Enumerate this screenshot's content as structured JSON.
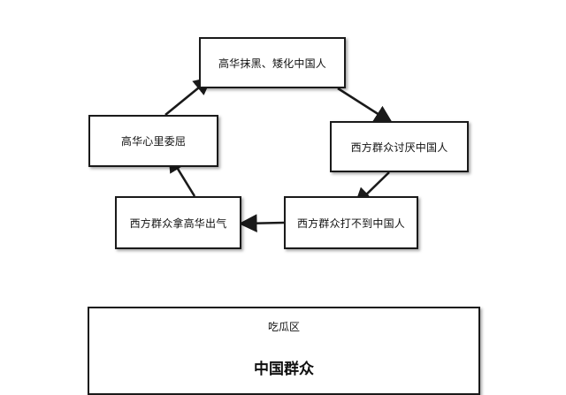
{
  "cycle": {
    "node_top": "高华抹黑、矮化中国人",
    "node_right": "西方群众讨厌中国人",
    "node_bottom_right": "西方群众打不到中国人",
    "node_bottom_left": "西方群众拿高华出气",
    "node_left": "高华心里委屈"
  },
  "spectator": {
    "title": "吃瓜区",
    "content": "中国群众"
  },
  "colors": {
    "border": "#1a1a1a",
    "arrow": "#1a1a1a",
    "background": "#ffffff"
  }
}
